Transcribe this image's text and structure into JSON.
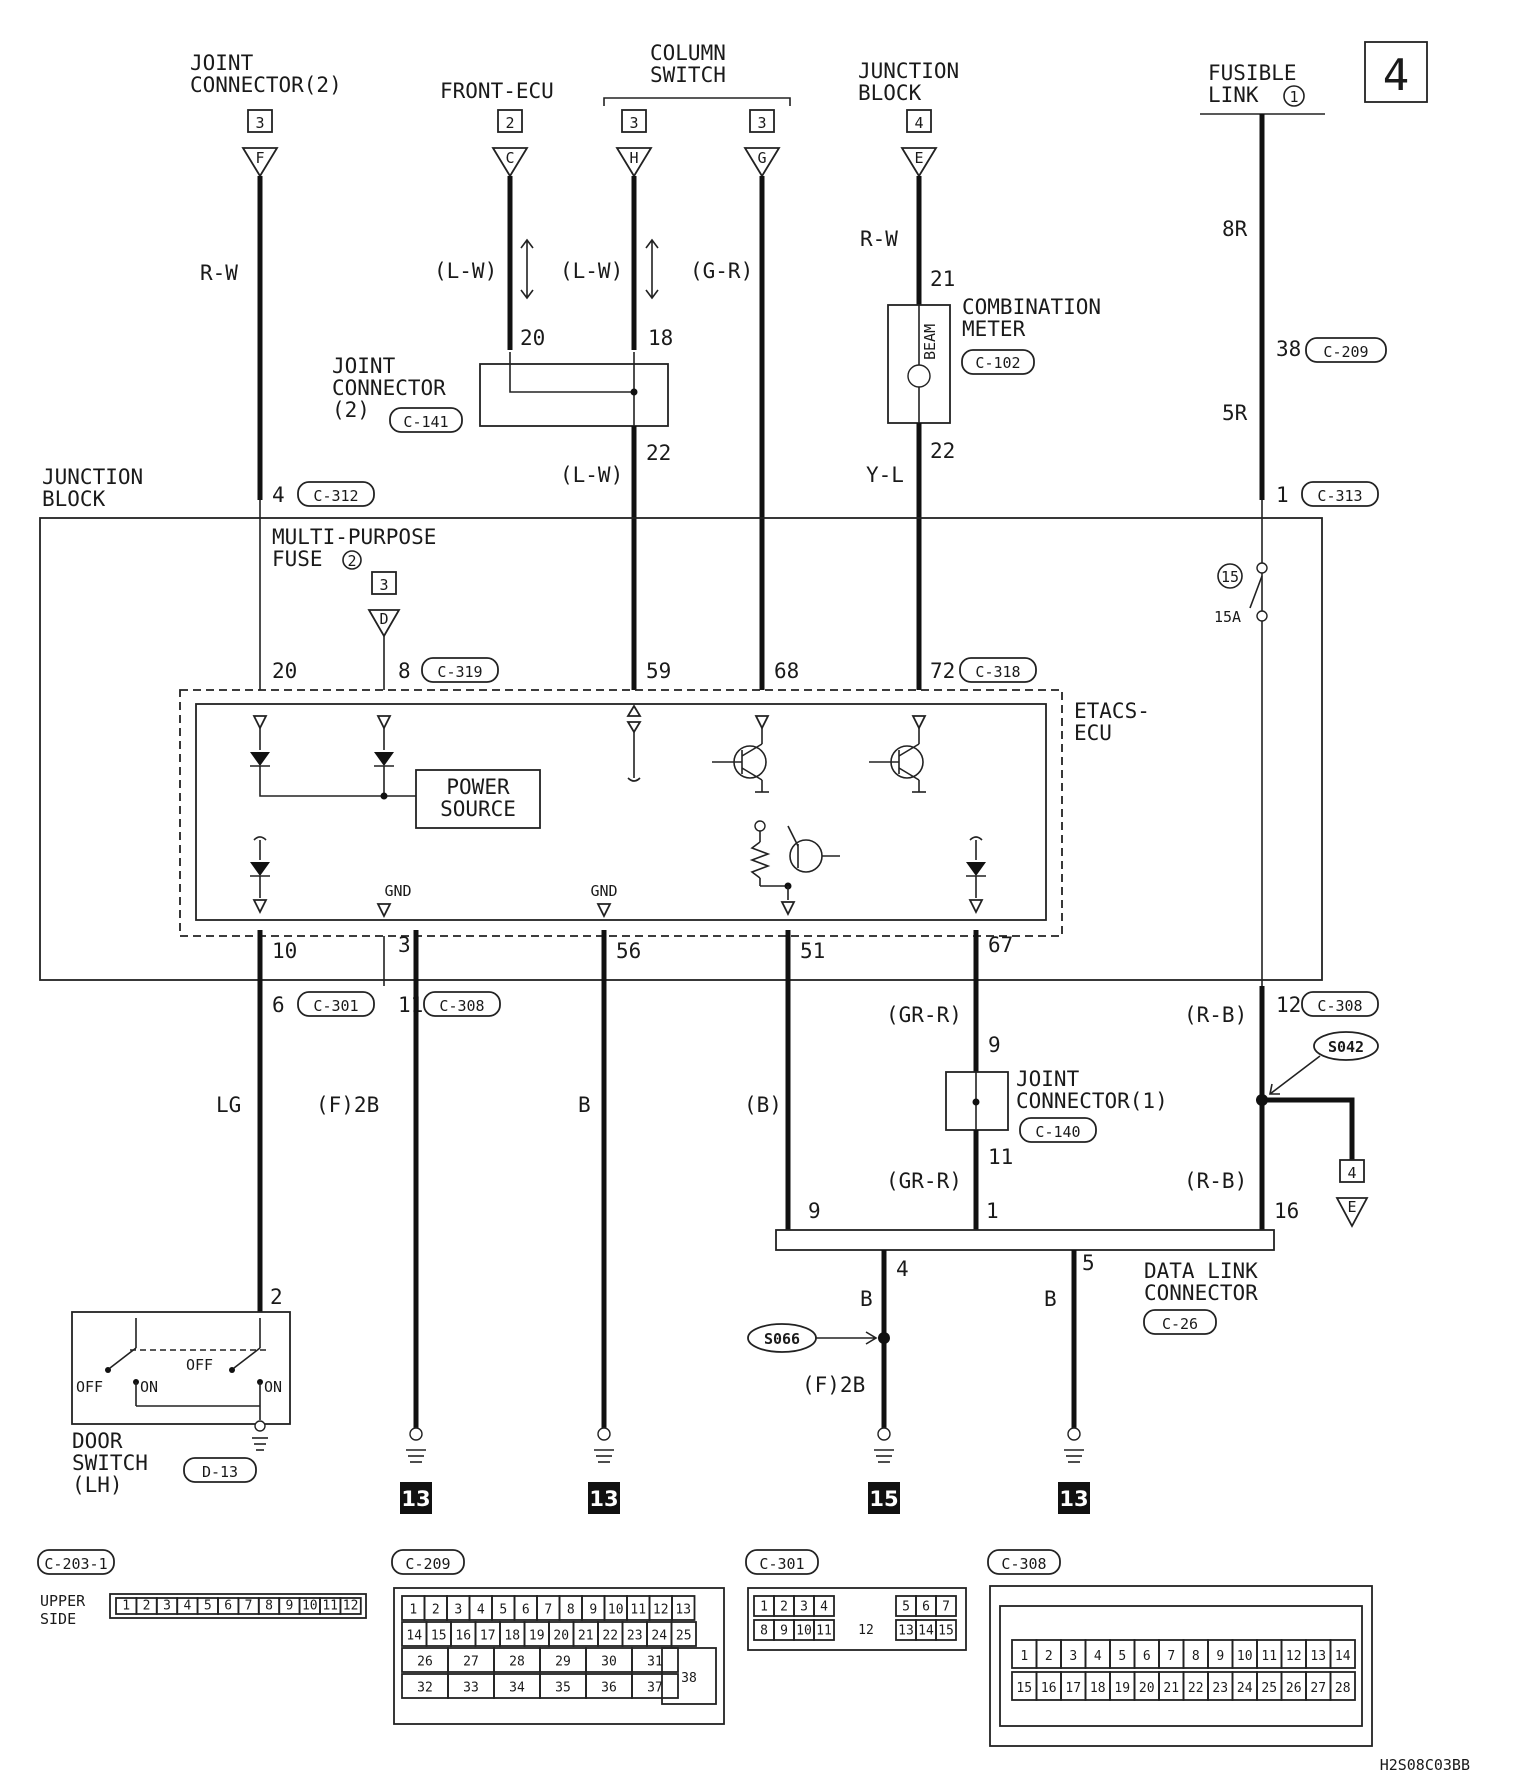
{
  "page_number": "4",
  "figure_code": "H2S08C03BB",
  "top_connections": {
    "joint_connector_2": {
      "line1": "JOINT",
      "line2": "CONNECTOR(2)",
      "page": "3",
      "letter": "F",
      "wire": "R-W"
    },
    "front_ecu": {
      "name": "FRONT-ECU",
      "page": "2",
      "letter": "C",
      "wire": "(L-W)",
      "pin": "20"
    },
    "column_switch": {
      "line1": "COLUMN",
      "line2": "SWITCH",
      "page_h": "3",
      "letter_h": "H",
      "wire_h": "(L-W)",
      "pin_h": "18",
      "page_g": "3",
      "letter_g": "G",
      "wire_g": "(G-R)"
    },
    "junction_block_top": {
      "line1": "JUNCTION",
      "line2": "BLOCK",
      "page": "4",
      "letter": "E",
      "wire": "R-W",
      "pin": "21"
    },
    "fusible_link": {
      "line1": "FUSIBLE",
      "line2": "LINK",
      "num": "1",
      "wire_top": "8R",
      "pin": "38",
      "conn": "C-209",
      "wire_bottom": "5R"
    }
  },
  "joint_connector_c141": {
    "line1": "JOINT",
    "line2": "CONNECTOR",
    "line3": "(2)",
    "conn": "C-141",
    "out_pin": "22",
    "out_wire": "(L-W)"
  },
  "combination_meter": {
    "line1": "COMBINATION",
    "line2": "METER",
    "conn": "C-102",
    "beam": "BEAM",
    "out_pin": "22",
    "out_wire": "Y-L"
  },
  "junction_block": {
    "line1": "JUNCTION",
    "line2": "BLOCK",
    "pin_a": "4",
    "conn_a": "C-312",
    "pin_b": "1",
    "conn_b": "C-313",
    "mpf_line1": "MULTI-PURPOSE",
    "mpf_line2": "FUSE",
    "mpf_num": "2",
    "fuse_num": "15",
    "fuse_rating": "15A",
    "d_page": "3",
    "d_letter": "D"
  },
  "etacs_ecu": {
    "line1": "ETACS-",
    "line2": "ECU",
    "power_line1": "POWER",
    "power_line2": "SOURCE",
    "gnd1": "GND",
    "gnd2": "GND",
    "top_pins": {
      "p20": "20",
      "p8": "8",
      "conn_a": "C-319",
      "p59": "59",
      "p68": "68",
      "p72": "72",
      "conn_b": "C-318"
    },
    "bottom_pins": {
      "p10": "10",
      "p3": "3",
      "p56": "56",
      "p51": "51",
      "p67": "67"
    }
  },
  "lower": {
    "pin_6": "6",
    "conn_c301": "C-301",
    "pin_11": "11",
    "conn_c308": "C-308",
    "pin_12": "12",
    "conn_c308b": "C-308",
    "wire_lg": "LG",
    "wire_f2b": "(F)2B",
    "wire_b": "B",
    "wire_bp": "(B)",
    "wire_grr1": "(GR-R)",
    "pin_9": "9",
    "jc1_line1": "JOINT",
    "jc1_line2": "CONNECTOR(1)",
    "jc1_conn": "C-140",
    "pin_11b": "11",
    "wire_grr2": "(GR-R)",
    "wire_rb1": "(R-B)",
    "wire_rb2": "(R-B)",
    "splice_s042": "S042",
    "e_page": "4",
    "e_letter": "E",
    "dlc_pins": {
      "p9": "9",
      "p1": "1",
      "p16": "16",
      "p4": "4",
      "p5": "5"
    },
    "dlc_line1": "DATA LINK",
    "dlc_line2": "CONNECTOR",
    "dlc_conn": "C-26",
    "wire_b4": "B",
    "wire_b5": "B",
    "splice_s066": "S066",
    "wire_f2b2": "(F)2B",
    "door_pin": "2",
    "door_off1": "OFF",
    "door_on1": "ON",
    "door_off2": "OFF",
    "door_on2": "ON",
    "door_line1": "DOOR",
    "door_line2": "SWITCH",
    "door_line3": "(LH)",
    "door_conn": "D-13",
    "ground_refs": [
      "13",
      "13",
      "15",
      "13"
    ]
  },
  "connectors": {
    "c2031": {
      "title": "C-203-1",
      "side_line1": "UPPER",
      "side_line2": "SIDE",
      "pins": [
        "1",
        "2",
        "3",
        "4",
        "5",
        "6",
        "7",
        "8",
        "9",
        "10",
        "11",
        "12"
      ]
    },
    "c209": {
      "title": "C-209",
      "row1": [
        "1",
        "2",
        "3",
        "4",
        "5",
        "6",
        "7",
        "8",
        "9",
        "10",
        "11",
        "12",
        "13"
      ],
      "row2": [
        "14",
        "15",
        "16",
        "17",
        "18",
        "19",
        "20",
        "21",
        "22",
        "23",
        "24",
        "25"
      ],
      "row3": [
        "26",
        "27",
        "28",
        "29",
        "30",
        "31"
      ],
      "row4": [
        "32",
        "33",
        "34",
        "35",
        "36",
        "37"
      ],
      "big": "38"
    },
    "c301": {
      "title": "C-301",
      "row1": [
        "1",
        "2",
        "3",
        "4",
        "5",
        "6",
        "7"
      ],
      "row2": [
        "8",
        "9",
        "10",
        "11",
        "13",
        "14",
        "15"
      ],
      "mid": "12"
    },
    "c308": {
      "title": "C-308",
      "row1": [
        "1",
        "2",
        "3",
        "4",
        "5",
        "6",
        "7",
        "8",
        "9",
        "10",
        "11",
        "12",
        "13",
        "14"
      ],
      "row2": [
        "15",
        "16",
        "17",
        "18",
        "19",
        "20",
        "21",
        "22",
        "23",
        "24",
        "25",
        "26",
        "27",
        "28"
      ]
    }
  }
}
